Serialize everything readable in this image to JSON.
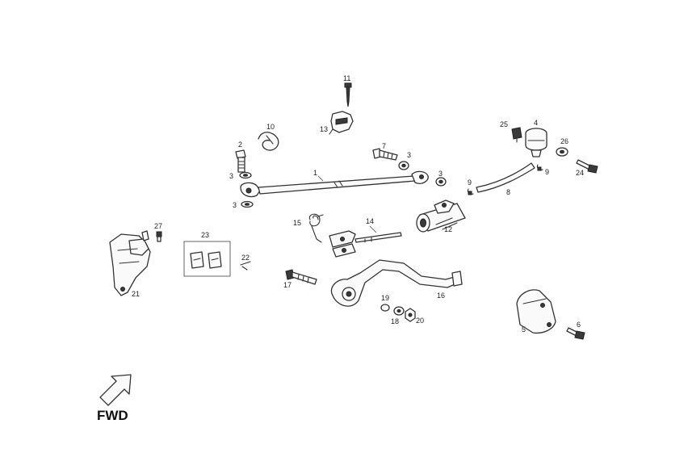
{
  "diagram": {
    "direction_label": "FWD",
    "callouts": {
      "p1": "1",
      "p2": "2",
      "p3a": "3",
      "p3b": "3",
      "p3c": "3",
      "p3d": "3",
      "p4": "4",
      "p5": "5",
      "p6": "6",
      "p7": "7",
      "p8": "8",
      "p9a": "9",
      "p9b": "9",
      "p10": "10",
      "p11": "11",
      "p12": "12",
      "p13": "13",
      "p14": "14",
      "p15": "15",
      "p16": "16",
      "p17": "17",
      "p18": "18",
      "p19": "19",
      "p20": "20",
      "p21": "21",
      "p22": "22",
      "p23": "23",
      "p24": "24",
      "p25": "25",
      "p26": "26",
      "p27": "27"
    }
  }
}
